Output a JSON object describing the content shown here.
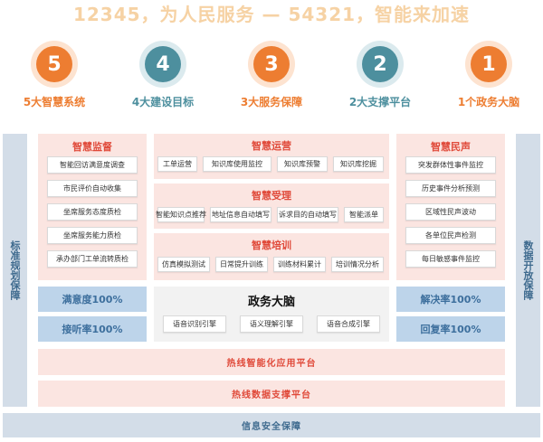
{
  "title": "12345，为人民服务 — 54321，智能来加速",
  "goals": [
    {
      "number": "5",
      "label": "5大智慧系统",
      "color": "#ed7d31"
    },
    {
      "number": "4",
      "label": "4大建设目标",
      "color": "#4d8f9e"
    },
    {
      "number": "3",
      "label": "3大服务保障",
      "color": "#ed7d31"
    },
    {
      "number": "2",
      "label": "2大支撑平台",
      "color": "#4d8f9e"
    },
    {
      "number": "1",
      "label": "1个政务大脑",
      "color": "#ed7d31"
    }
  ],
  "left_side": "标准规划保障",
  "right_side": "数据开放保障",
  "supervision": {
    "title": "智慧监督",
    "items": [
      "智能回访满意度调查",
      "市民评价自动收集",
      "坐席服务态度质检",
      "坐席服务能力质检",
      "承办部门工单流转质检"
    ]
  },
  "operations": {
    "title": "智慧运营",
    "items": [
      "工单运营",
      "知识库使用监控",
      "知识库预警",
      "知识库挖掘"
    ]
  },
  "acceptance": {
    "title": "智慧受理",
    "items": [
      "智能知识点推荐",
      "地址信息自动填写",
      "诉求目的自动填写",
      "智能派单"
    ]
  },
  "training": {
    "title": "智慧培训",
    "items": [
      "仿真模拟测试",
      "日常提升训练",
      "训练材料累计",
      "培训情况分析"
    ]
  },
  "public_voice": {
    "title": "智慧民声",
    "items": [
      "突发群体性事件监控",
      "历史事件分析预测",
      "区域性民声波动",
      "各单位民声检测",
      "每日敏感事件监控"
    ]
  },
  "metrics": {
    "satisfaction": "满意度100%",
    "answer_rate": "接听率100%",
    "resolution": "解决率100%",
    "reply_rate": "回复率100%"
  },
  "brain": {
    "title": "政务大脑",
    "items": [
      "语音识别引擎",
      "语义理解引擎",
      "语音合成引擎"
    ]
  },
  "platforms": {
    "app": "热线智能化应用平台",
    "data": "热线数据支撑平台"
  },
  "security": "信息安全保障"
}
